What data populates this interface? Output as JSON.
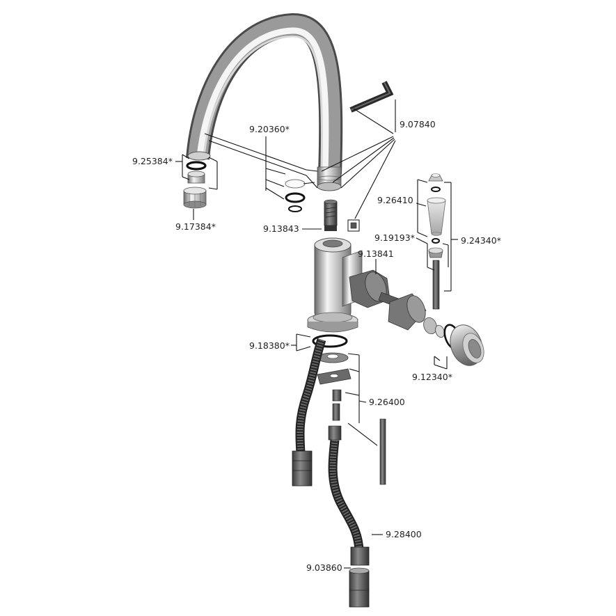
{
  "labels": {
    "p9_07840": "9.07840",
    "p9_20360": "9.20360*",
    "p9_25384": "9.25384*",
    "p9_17384": "9.17384*",
    "p9_13843": "9.13843",
    "p9_26410": "9.26410",
    "p9_19193": "9.19193*",
    "p9_24340": "9.24340*",
    "p9_13841": "9.13841",
    "p9_18380": "9.18380*",
    "p9_12340": "9.12340*",
    "p9_26400": "9.26400",
    "p9_28400": "9.28400",
    "p9_03860": "9.03860"
  },
  "colors": {
    "chrome_dark": "#5a5a5a",
    "chrome_light": "#f2f2f2",
    "rubber": "#555555",
    "line": "#111111"
  }
}
